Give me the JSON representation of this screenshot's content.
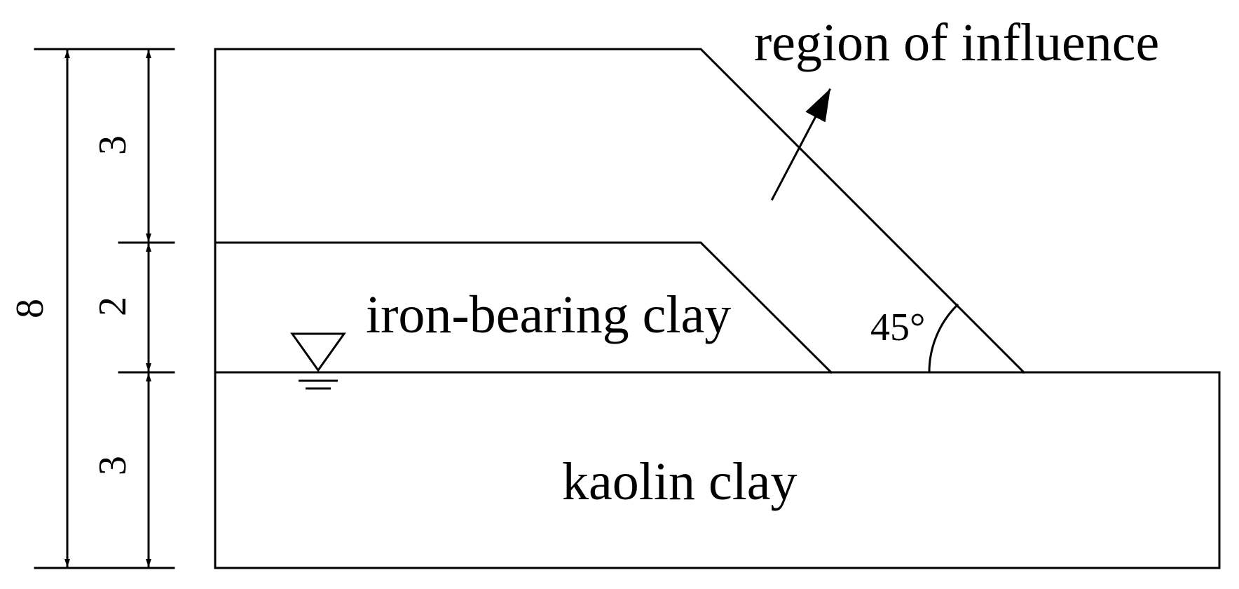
{
  "labels": {
    "region": "region of influence",
    "iron_clay": "iron-bearing clay",
    "kaolin_clay": "kaolin clay",
    "angle": "45°"
  },
  "dimensions": {
    "total": "8",
    "upper": "3",
    "middle": "2",
    "lower": "3"
  },
  "colors": {
    "line": "#000000",
    "background": "#ffffff"
  },
  "icons": {
    "water_table": "water-table-icon",
    "arrow": "arrow-up-right-icon"
  }
}
